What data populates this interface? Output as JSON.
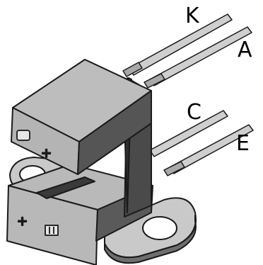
{
  "labels": {
    "pin_k": "K",
    "pin_a": "A",
    "pin_c": "C",
    "pin_e": "E"
  },
  "colors": {
    "background": "#ffffff",
    "body_top": "#b9b9b9",
    "body_front": "#8a8a8a",
    "body_side": "#4a4a4a",
    "body_dark": "#2e2e2e",
    "pin": "#c8c8c8",
    "outline": "#1a1a1a"
  },
  "components": [
    "slotted-optical-switch",
    "mounting-tab",
    "led-emitter-arm",
    "phototransistor-arm",
    "lead-pins"
  ]
}
